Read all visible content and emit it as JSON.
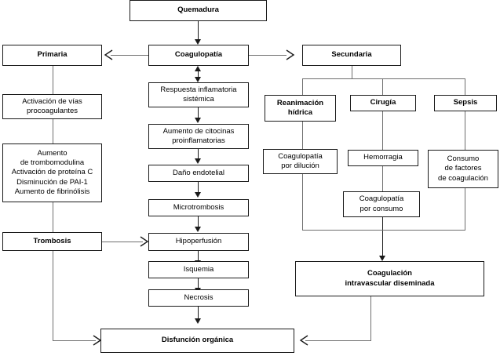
{
  "diagram": {
    "title": "Fisiopatologia de la coagulopatia en el paciente quemado",
    "language": "es",
    "type": "flowchart",
    "line_color": "#6e6e6e",
    "border_color": "#1a1a1a",
    "background": "#ffffff"
  },
  "nodes": {
    "quemadura": "Quemadura",
    "coagulopatia": "Coagulopatía",
    "primaria": "Primaria",
    "secundaria": "Secundaria",
    "activacion_vias": "Activación de vías\nprocoagulantes",
    "detalle_primaria": "Aumento\nde trombomodulina\nActivación de proteína C\nDisminución de PAI-1\nAumento de fibrinólisis",
    "trombosis": "Trombosis",
    "respuesta_inflamatoria": "Respuesta inflamatoria\nsistémica",
    "citocinas": "Aumento de citocinas\nproinflamatorias",
    "dano_endotelial": "Daño endotelial",
    "microtrombosis": "Microtrombosis",
    "hipoperfusion": "Hipoperfusión",
    "isquemia": "Isquemia",
    "necrosis": "Necrosis",
    "disfuncion_organica": "Disfunción orgánica",
    "reanimacion_hidrica": "Reanimación\nhídrica",
    "cirugia": "Cirugía",
    "sepsis": "Sepsis",
    "coagulopatia_dilucion": "Coagulopatía\npor dilución",
    "hemorragia": "Hemorragia",
    "consumo_factores": "Consumo\nde factores\nde coagulación",
    "coagulopatia_consumo": "Coagulopatía\npor consumo",
    "cid": "Coagulación\nintravascular diseminada"
  },
  "edges": [
    {
      "from": "quemadura",
      "to": "coagulopatia",
      "style": "arrow-down"
    },
    {
      "from": "coagulopatia",
      "to": "primaria",
      "style": "arrow-left"
    },
    {
      "from": "coagulopatia",
      "to": "secundaria",
      "style": "arrow-right"
    },
    {
      "from": "coagulopatia",
      "to": "respuesta_inflamatoria",
      "style": "double-arrow-vertical"
    },
    {
      "from": "primaria",
      "to": "activacion_vias",
      "style": "line"
    },
    {
      "from": "activacion_vias",
      "to": "detalle_primaria",
      "style": "line"
    },
    {
      "from": "detalle_primaria",
      "to": "trombosis",
      "style": "line"
    },
    {
      "from": "trombosis",
      "to": "hipoperfusion",
      "style": "arrow-right"
    },
    {
      "from": "trombosis",
      "to": "disfuncion_organica",
      "style": "elbow-arrow-right"
    },
    {
      "from": "respuesta_inflamatoria",
      "to": "citocinas",
      "style": "arrow-down"
    },
    {
      "from": "citocinas",
      "to": "dano_endotelial",
      "style": "arrow-down"
    },
    {
      "from": "dano_endotelial",
      "to": "microtrombosis",
      "style": "arrow-down"
    },
    {
      "from": "microtrombosis",
      "to": "hipoperfusion",
      "style": "arrow-down"
    },
    {
      "from": "hipoperfusion",
      "to": "isquemia",
      "style": "arrow-down"
    },
    {
      "from": "isquemia",
      "to": "necrosis",
      "style": "arrow-down"
    },
    {
      "from": "necrosis",
      "to": "disfuncion_organica",
      "style": "arrow-down"
    },
    {
      "from": "secundaria",
      "to": "reanimacion_hidrica",
      "style": "branch"
    },
    {
      "from": "secundaria",
      "to": "cirugia",
      "style": "branch"
    },
    {
      "from": "secundaria",
      "to": "sepsis",
      "style": "branch"
    },
    {
      "from": "reanimacion_hidrica",
      "to": "coagulopatia_dilucion",
      "style": "line"
    },
    {
      "from": "cirugia",
      "to": "hemorragia",
      "style": "line"
    },
    {
      "from": "hemorragia",
      "to": "coagulopatia_consumo",
      "style": "line"
    },
    {
      "from": "sepsis",
      "to": "consumo_factores",
      "style": "line"
    },
    {
      "from": "coagulopatia_dilucion",
      "to": "cid",
      "style": "merge-arrow-down"
    },
    {
      "from": "coagulopatia_consumo",
      "to": "cid",
      "style": "merge-arrow-down"
    },
    {
      "from": "consumo_factores",
      "to": "cid",
      "style": "merge-arrow-down"
    },
    {
      "from": "cid",
      "to": "disfuncion_organica",
      "style": "elbow-arrow-left"
    }
  ]
}
